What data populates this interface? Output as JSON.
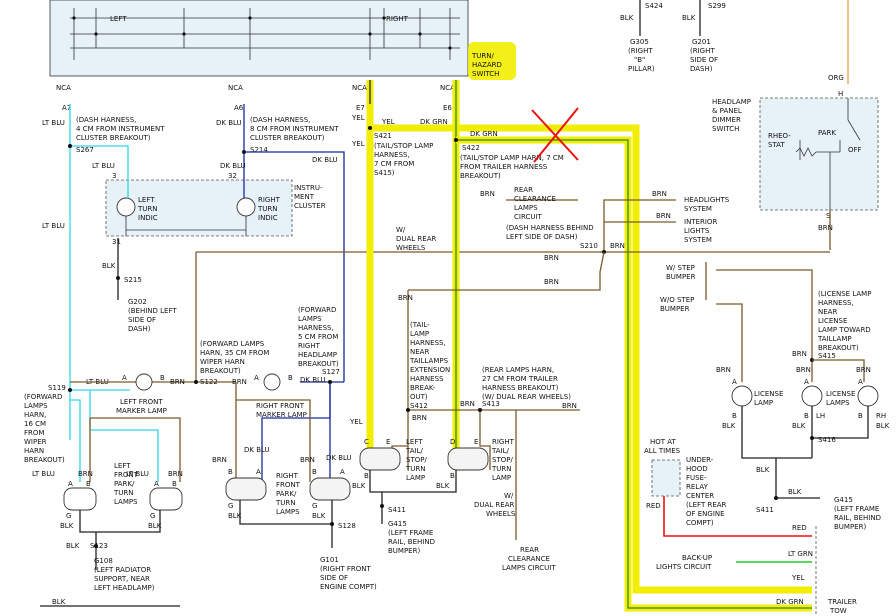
{
  "switch_box": {
    "left": "LEFT",
    "right": "RIGHT",
    "title": [
      "TURN/",
      "HAZARD",
      "SWITCH"
    ]
  },
  "ncas": [
    "NCA",
    "NCA",
    "NCA",
    "NCA"
  ],
  "cavities": {
    "a7": "A7",
    "a6": "A6",
    "e7": "E7",
    "e6": "E6"
  },
  "top_right": {
    "s424": "S424",
    "s299": "S299",
    "blk1": "BLK",
    "blk2": "BLK",
    "g305": [
      "G305",
      "(RIGHT",
      "\"B\"",
      "PILLAR)"
    ],
    "g201": [
      "G201",
      "(RIGHT",
      "SIDE OF",
      "DASH)"
    ]
  },
  "wires": {
    "lt_blu": "LT BLU",
    "dk_blu": "DK BLU",
    "yel": "YEL",
    "dk_grn": "DK GRN",
    "brn": "BRN",
    "blk": "BLK",
    "red": "RED",
    "lt_grn": "LT GRN",
    "org": "ORG"
  },
  "splices": {
    "s267": "S267",
    "s214": "S214",
    "s421": "S421",
    "s422": "S422",
    "s215": "S215",
    "s210": "S210",
    "s119": "S119",
    "s122": "S122",
    "s127": "S127",
    "s412": "S412",
    "s413": "S413",
    "s415": "S415",
    "s416": "S416",
    "s411a": "S411",
    "s411b": "S411",
    "s128": "S128",
    "s123": "S123"
  },
  "notes": {
    "s267": [
      "(DASH HARNESS,",
      "4 CM FROM INSTRUMENT",
      "CLUSTER BREAKOUT)"
    ],
    "s214": [
      "(DASH HARNESS,",
      "8 CM FROM INSTRUMENT",
      "CLUSTER BREAKOUT)"
    ],
    "s421": [
      "(TAIL/STOP LAMP",
      "HARNESS,",
      "7 CM FROM",
      "S415)"
    ],
    "s422": [
      "(TAIL/STOP LAMP HARN, 7 CM",
      "FROM TRAILER HARNESS",
      "BREAKOUT)"
    ],
    "rear_clear": [
      "REAR",
      "CLEARANCE",
      "LAMPS",
      "CIRCUIT"
    ],
    "dash_behind": [
      "(DASH HARNESS BEHIND",
      "LEFT SIDE OF DASH)"
    ],
    "dual_rear": [
      "W/",
      "DUAL REAR",
      "WHEELS"
    ],
    "headlights": [
      "HEADLIGHTS",
      "SYSTEM"
    ],
    "interior": [
      "INTERIOR",
      "LIGHTS",
      "SYSTEM"
    ],
    "dimmer": [
      "HEADLAMP",
      "& PANEL",
      "DIMMER",
      "SWITCH"
    ],
    "rheostat": [
      "RHEO-",
      "STAT"
    ],
    "park": "PARK",
    "off": "OFF",
    "h": "H",
    "s": "S",
    "step_bumper": [
      "W/ STEP",
      "BUMPER"
    ],
    "wo_step": [
      "W/O STEP",
      "BUMPER"
    ],
    "license_harn": [
      "(LICENSE LAMP",
      "HARNESS,",
      "NEAR",
      "LICENSE",
      "LAMP TOWARD",
      "TAILLAMP",
      "BREAKOUT)"
    ],
    "cluster": [
      "INSTRU-",
      "MENT",
      "CLUSTER"
    ],
    "left_turn_indic": [
      "LEFT",
      "TURN",
      "INDIC"
    ],
    "right_turn_indic": [
      "RIGHT",
      "TURN",
      "INDIC"
    ],
    "g202": [
      "G202",
      "(BEHIND LEFT",
      "SIDE OF",
      "DASH)"
    ],
    "s119_note": [
      "(FORWARD",
      "LAMPS",
      "HARN,",
      "16 CM",
      "FROM",
      "WIPER",
      "HARN",
      "BREAKOUT)"
    ],
    "s122_note": [
      "(FORWARD LAMPS",
      "HARN, 35 CM FROM",
      "WIPER HARN",
      "BREAKOUT)"
    ],
    "s127_note": [
      "(FORWARD",
      "LAMPS",
      "HARNESS,",
      "5 CM FROM",
      "RIGHT",
      "HEADLAMP",
      "BREAKOUT)"
    ],
    "left_front_marker": [
      "LEFT FRONT",
      "MARKER LAMP"
    ],
    "right_front_marker": [
      "RIGHT FRONT",
      "MARKER LAMP"
    ],
    "s412_note": [
      "(TAIL-",
      "LAMP",
      "HARNESS,",
      "NEAR",
      "TAILLAMPS",
      "EXTENSION",
      "HARNESS",
      "BREAK-",
      "OUT)"
    ],
    "s413_note": [
      "(REAR LAMPS HARN,",
      "27 CM FROM TRAILER",
      "HARNESS BREAKOUT)",
      "(W/ DUAL REAR WHEELS)"
    ],
    "license_lamp": [
      "LICENSE",
      "LAMP"
    ],
    "license_lamps": [
      "LICENSE",
      "LAMPS"
    ],
    "lh": "LH",
    "rh": "RH",
    "hot": [
      "HOT AT",
      "ALL TIMES"
    ],
    "fuse": [
      "UNDER-",
      "HOOD",
      "FUSE-",
      "RELAY",
      "CENTER",
      "(LEFT REAR",
      "OF ENGINE",
      "COMPT)"
    ],
    "left_park": [
      "LEFT",
      "FRONT",
      "PARK/",
      "TURN",
      "LAMPS"
    ],
    "right_park": [
      "RIGHT",
      "FRONT",
      "PARK/",
      "TURN",
      "LAMPS"
    ],
    "left_tail": [
      "LEFT",
      "TAIL/",
      "STOP/",
      "TURN",
      "LAMP"
    ],
    "right_tail": [
      "RIGHT",
      "TAIL/",
      "STOP/",
      "TURN",
      "LAMP"
    ],
    "g415a": [
      "G415",
      "(LEFT FRAME",
      "RAIL, BEHIND",
      "BUMPER)"
    ],
    "g415b": [
      "G415",
      "(LEFT FRAME",
      "RAIL, BEHIND",
      "BUMPER)"
    ],
    "dual_rear2": [
      "W/",
      "DUAL REAR",
      "WHEELS"
    ],
    "rear_clear2": [
      "REAR",
      "CLEARANCE",
      "LAMPS CIRCUIT"
    ],
    "g108": [
      "G108",
      "(LEFT RADIATOR",
      "SUPPORT, NEAR",
      "LEFT HEADLAMP)"
    ],
    "g101": [
      "G101",
      "(RIGHT FRONT",
      "SIDE OF",
      "ENGINE COMPT)"
    ],
    "backup": [
      "BACK-UP",
      "LIGHTS CIRCUIT"
    ],
    "trailer": [
      "TRAILER",
      "TOW"
    ]
  },
  "pins": {
    "a": "A",
    "b": "B",
    "c": "C",
    "d": "D",
    "e": "E",
    "g": "G",
    "n3": "3",
    "n31": "31",
    "n32": "32"
  },
  "colors": {
    "highlight": "#f2ee00",
    "brown": "#7a5a2a",
    "light_blue": "#33d6e6",
    "dark_blue": "#1a2a9a",
    "dark_green": "#2f8a2f",
    "red": "#ee1111",
    "cluster_fill": "#e6f1f8"
  }
}
